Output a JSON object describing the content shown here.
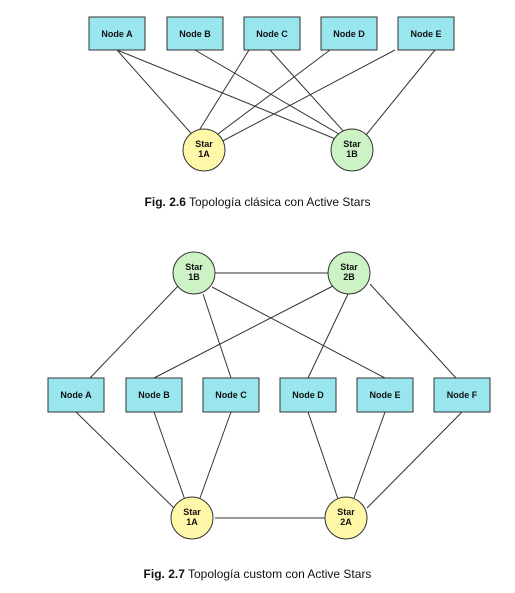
{
  "figure1": {
    "nodes": [
      "Node A",
      "Node B",
      "Node C",
      "Node D",
      "Node E"
    ],
    "stars": [
      {
        "line1": "Star",
        "line2": "1A"
      },
      {
        "line1": "Star",
        "line2": "1B"
      }
    ],
    "caption_bold": "Fig. 2.6",
    "caption_text": " Topología clásica con Active Stars"
  },
  "figure2": {
    "nodes": [
      "Node A",
      "Node B",
      "Node C",
      "Node D",
      "Node E",
      "Node F"
    ],
    "stars_top": [
      {
        "line1": "Star",
        "line2": "1B"
      },
      {
        "line1": "Star",
        "line2": "2B"
      }
    ],
    "stars_bottom": [
      {
        "line1": "Star",
        "line2": "1A"
      },
      {
        "line1": "Star",
        "line2": "2A"
      }
    ],
    "caption_bold": "Fig. 2.7",
    "caption_text": " Topología custom con Active Stars"
  },
  "colors": {
    "node_fill": "#99e6ee",
    "star_yellow": "#fff8a8",
    "star_green": "#ccf2c6",
    "line": "#333333"
  }
}
